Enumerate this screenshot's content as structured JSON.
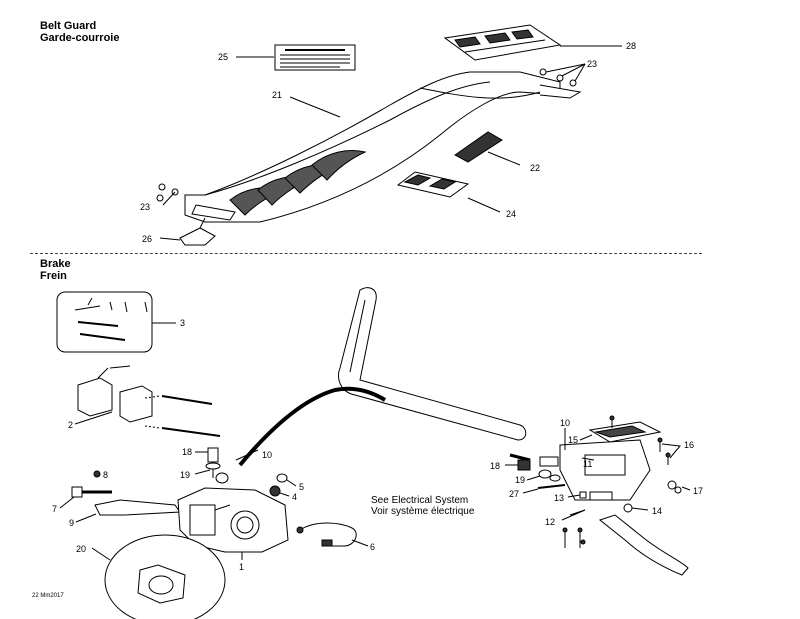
{
  "belt_guard": {
    "title_en": "Belt Guard",
    "title_fr": "Garde-courroie"
  },
  "brake": {
    "title_en": "Brake",
    "title_fr": "Frein"
  },
  "note": {
    "line_en": "See Electrical System",
    "line_fr": "Voir système électrique"
  },
  "stamp": "22 Mm2017",
  "callouts": {
    "c25": "25",
    "c28": "28",
    "c23a": "23",
    "c21": "21",
    "c22": "22",
    "c24": "24",
    "c23b": "23",
    "c26": "26",
    "c3": "3",
    "c2": "2",
    "c10a": "10",
    "c18a": "18",
    "c19a": "19",
    "c5": "5",
    "c4": "4",
    "c8": "8",
    "c7": "7",
    "c9": "9",
    "c1": "1",
    "c6": "6",
    "c20": "20",
    "c10b": "10",
    "c15": "15",
    "c16": "16",
    "c18b": "18",
    "c11": "11",
    "c19b": "19",
    "c17": "17",
    "c27": "27",
    "c13": "13",
    "c14": "14",
    "c12": "12"
  }
}
